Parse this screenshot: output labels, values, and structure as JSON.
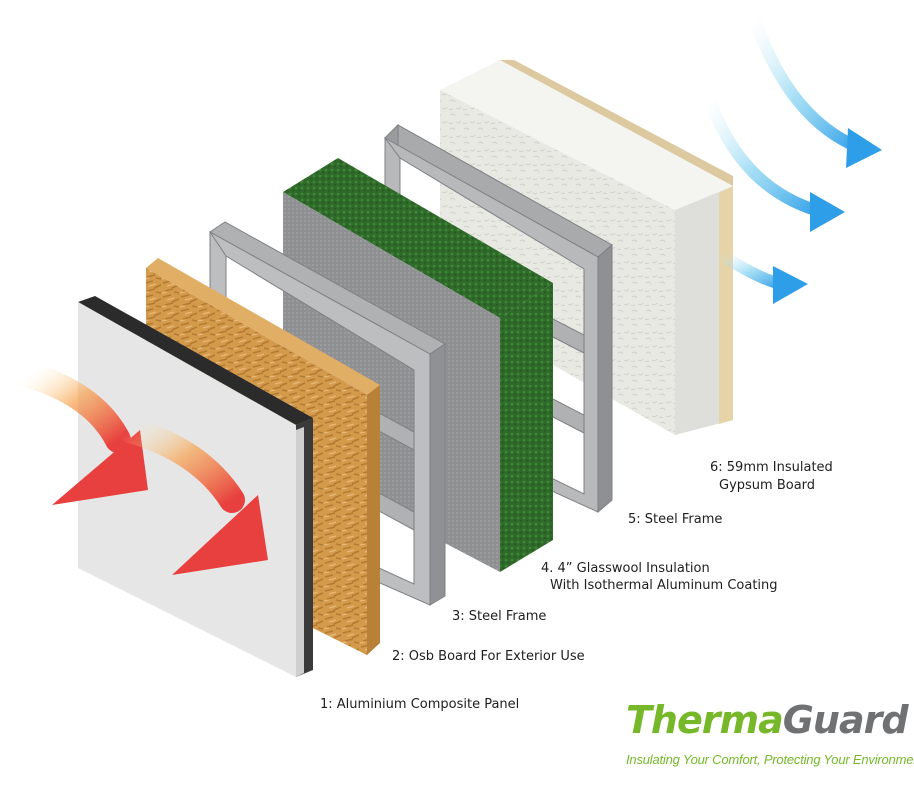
{
  "layers": [
    {
      "label": "1: Aluminium Composite Panel"
    },
    {
      "label": "2: Osb Board For Exterior Use"
    },
    {
      "label": "3: Steel Frame"
    },
    {
      "label_line1": "4. 4” Glasswool Insulation",
      "label_line2": "With Isothermal Aluminum Coating"
    },
    {
      "label": "5: Steel Frame"
    },
    {
      "label_line1": "6: 59mm Insulated",
      "label_line2": "Gypsum Board"
    }
  ],
  "brand": {
    "part1": "Therma",
    "part2": "Guard",
    "tagline": "Insulating Your Comfort, Protecting Your Environment."
  },
  "colors": {
    "brand_green": "#76b82a",
    "brand_gray": "#707173",
    "heat_arrow": "#e8403e",
    "cool_arrow": "#2f9ee8"
  }
}
